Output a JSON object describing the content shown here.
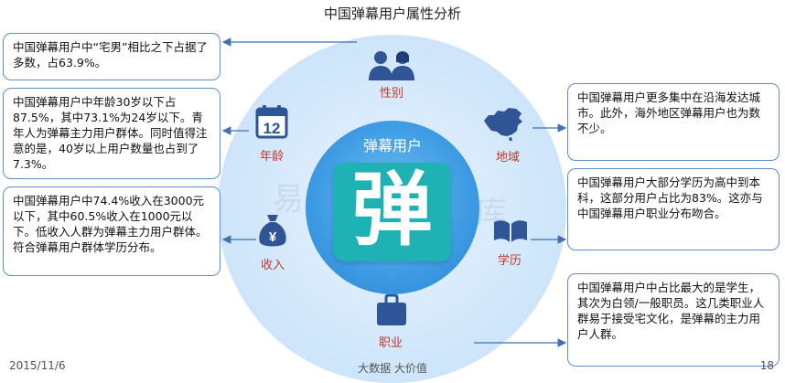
{
  "title": "中国弹幕用户属性分析",
  "center": {
    "label": "弹幕用户",
    "logo_char": "弹"
  },
  "watermark": [
    "易",
    "库"
  ],
  "attributes": {
    "gender": {
      "label": "性别",
      "icon": "people-icon"
    },
    "age": {
      "label": "年龄",
      "icon": "calendar-icon",
      "calendar_number": "12"
    },
    "income": {
      "label": "收入",
      "icon": "money-bag-icon",
      "currency_symbol": "¥"
    },
    "occupation": {
      "label": "职业",
      "icon": "briefcase-icon"
    },
    "region": {
      "label": "地域",
      "icon": "china-map-icon"
    },
    "education": {
      "label": "学历",
      "icon": "book-icon"
    }
  },
  "boxes": {
    "gender": "中国弹幕用户中“宅男”相比之下占据了多数，占63.9%。",
    "age": "中国弹幕用户中年龄30岁以下占87.5%，其中73.1%为24岁以下。青年人为弹幕主力用户群体。同时值得注意的是，40岁以上用户数量也占到了7.3%。",
    "income": "中国弹幕用户中74.4%收入在3000元以下，其中60.5%收入在1000元以下。低收入人群为弹幕主力用户群体。符合弹幕用户群体学历分布。",
    "region": "中国弹幕用户更多集中在沿海发达城市。此外，海外地区弹幕用户也为数不少。",
    "education": "中国弹幕用户大部分学历为高中到本科，这部分用户占比为83%。这亦与中国弹幕用户职业分布吻合。",
    "occupation": "中国弹幕用户中占比最大的是学生，其次为白领/一般职员。这几类职业人群易于接受宅文化，是弹幕的主力用户人群。"
  },
  "footer": {
    "date": "2015/11/6",
    "center": "大数据    大价值",
    "page": "18"
  },
  "colors": {
    "outer_circle": "#d3e8fb",
    "inner_circle": "#3d9ae3",
    "logo_tile": "#1fb2b4",
    "icon_blue": "#2f5597",
    "label_red": "#c0392b",
    "box_border": "#5b8fd0",
    "connector": "#3f6fb5"
  }
}
